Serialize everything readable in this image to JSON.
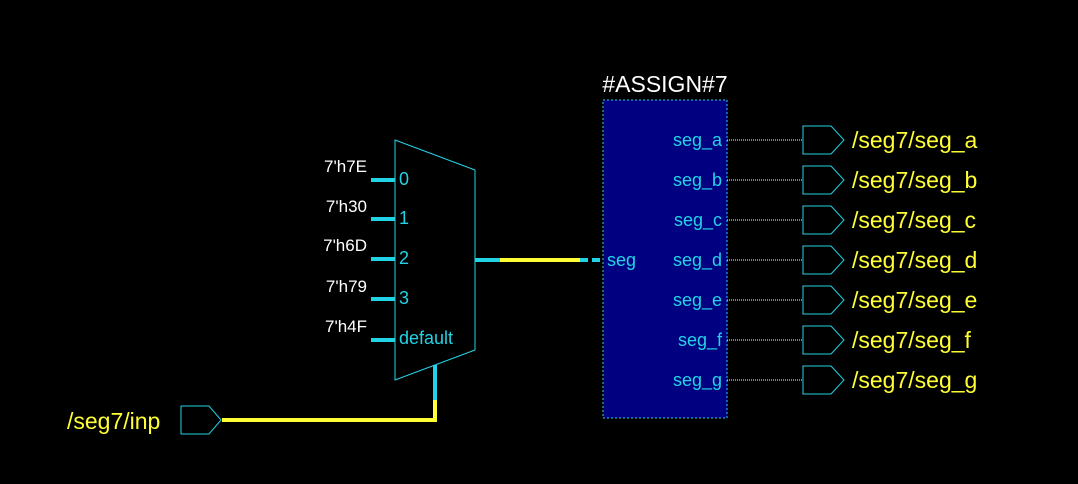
{
  "colors": {
    "background": "#000000",
    "cyan": "#22d3e6",
    "yellow": "#ffff33",
    "white": "#ffffff",
    "block_fill": "#000080",
    "wire_thin": "#ffffe0"
  },
  "block": {
    "title": "#ASSIGN#7",
    "input_port": "seg",
    "output_ports": [
      "seg_a",
      "seg_b",
      "seg_c",
      "seg_d",
      "seg_e",
      "seg_f",
      "seg_g"
    ]
  },
  "mux": {
    "inputs": [
      {
        "value": "7'h7E",
        "sel": "0"
      },
      {
        "value": "7'h30",
        "sel": "1"
      },
      {
        "value": "7'h6D",
        "sel": "2"
      },
      {
        "value": "7'h79",
        "sel": "3"
      },
      {
        "value": "7'h4F",
        "sel": "default"
      }
    ]
  },
  "input_port": {
    "label": "/seg7/inp"
  },
  "output_ports": [
    {
      "label": "/seg7/seg_a"
    },
    {
      "label": "/seg7/seg_b"
    },
    {
      "label": "/seg7/seg_c"
    },
    {
      "label": "/seg7/seg_d"
    },
    {
      "label": "/seg7/seg_e"
    },
    {
      "label": "/seg7/seg_f"
    },
    {
      "label": "/seg7/seg_g"
    }
  ]
}
